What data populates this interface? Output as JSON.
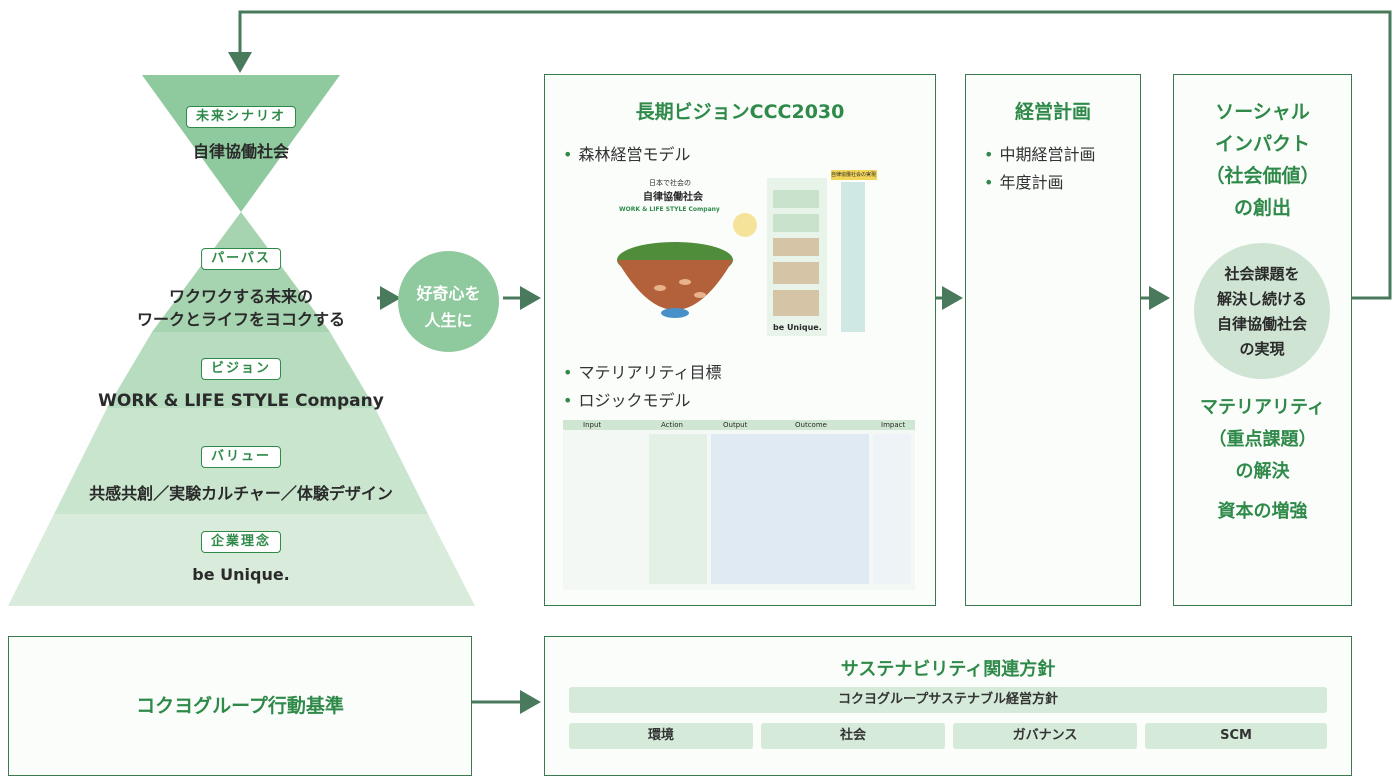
{
  "pyramid": {
    "future_tag": "未来シナリオ",
    "future_text": "自律協働社会",
    "purpose_tag": "パーパス",
    "purpose_line1": "ワクワクする未来の",
    "purpose_line2": "ワークとライフをヨコクする",
    "vision_tag": "ビジョン",
    "vision_text": "WORK & LIFE STYLE Company",
    "value_tag": "バリュー",
    "value_text": "共感共創／実験カルチャー／体験デザイン",
    "philosophy_tag": "企業理念",
    "philosophy_text": "be Unique."
  },
  "curiosity": {
    "line1": "好奇心を",
    "line2": "人生に"
  },
  "vision_panel": {
    "title": "長期ビジョンCCC2030",
    "bullet1": "森林経営モデル",
    "bullet2": "マテリアリティ目標",
    "bullet3": "ロジックモデル",
    "thumb": {
      "company": "日本で社会の",
      "society": "自律協働社会",
      "brand": "WORK & LIFE STYLE Company",
      "ladder_top": "自律協働社会の実現",
      "footer": "be Unique."
    },
    "logic_headers": [
      "Input",
      "Action",
      "Output",
      "Outcome",
      "Impact"
    ]
  },
  "plan_panel": {
    "title": "経営計画",
    "bullet1": "中期経営計画",
    "bullet2": "年度計画"
  },
  "impact_panel": {
    "title1": "ソーシャル",
    "title2": "インパクト",
    "title3": "（社会価値）",
    "title4": "の創出",
    "circle1": "社会課題を",
    "circle2": "解決し続ける",
    "circle3": "自律協働社会",
    "circle4": "の実現",
    "mat1": "マテリアリティ",
    "mat2": "（重点課題）",
    "mat3": "の解決",
    "capital": "資本の増強"
  },
  "conduct": {
    "label": "コクヨグループ行動基準"
  },
  "sustain": {
    "title": "サステナビリティ関連方針",
    "policy": "コクヨグループサステナブル経営方針",
    "items": [
      "環境",
      "社会",
      "ガバナンス",
      "SCM"
    ]
  },
  "colors": {
    "accent": "#2f8a4a",
    "line": "#4a7a5c",
    "light_green": "#d5ead9"
  }
}
